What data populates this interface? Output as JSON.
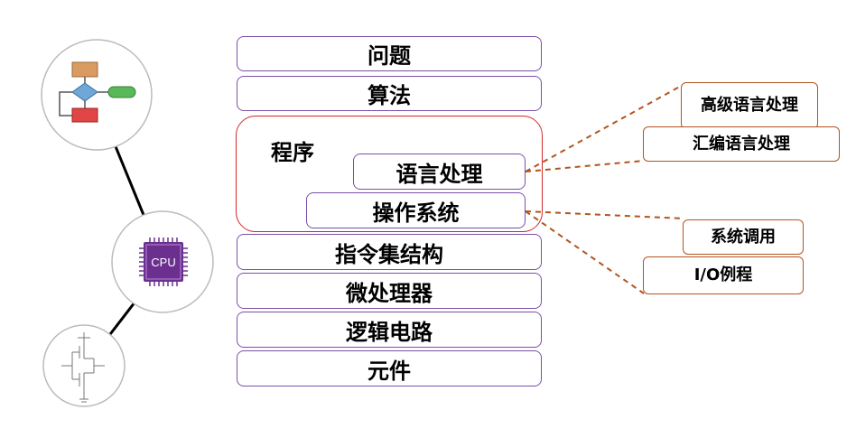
{
  "layers": {
    "problem": "问题",
    "algorithm": "算法",
    "program": "程序",
    "isa": "指令集结构",
    "microprocessor": "微处理器",
    "logic_circuit": "逻辑电路",
    "component": "元件"
  },
  "program_sublayers": {
    "language_processing": "语言处理",
    "operating_system": "操作系统"
  },
  "notes": {
    "high_level_language": "高级语言处理",
    "assembly_language": "汇编语言处理",
    "system_call": "系统调用",
    "io_routine": "I/O例程"
  },
  "chip": {
    "label": "CPU"
  },
  "colors": {
    "layer_border": "#7a4fa8",
    "program_border": "#d02828",
    "connector": "#b3541e",
    "chip": "#6b2f8f"
  }
}
